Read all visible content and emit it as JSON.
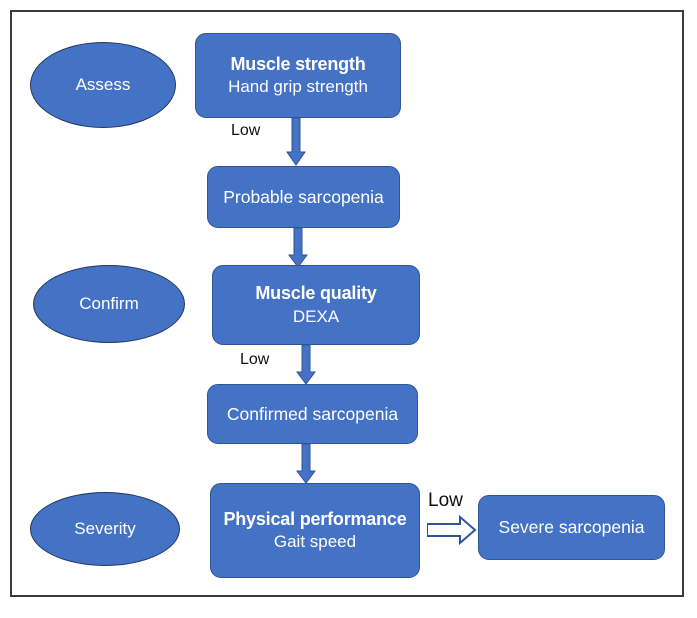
{
  "diagram": {
    "title": "Sarcopenia diagnostic algorithm flowchart",
    "colors": {
      "node_fill": "#4472C4",
      "node_border": "#2F5597",
      "node_text": "#FFFFFF",
      "frame_border": "#3B3B3B",
      "label_text": "#101010",
      "background": "#FFFFFF"
    },
    "stages": [
      {
        "id": "assess",
        "label": "Assess"
      },
      {
        "id": "confirm",
        "label": "Confirm"
      },
      {
        "id": "severity",
        "label": "Severity"
      }
    ],
    "nodes": [
      {
        "id": "muscle-strength",
        "title": "Muscle strength",
        "subtitle": "Hand grip strength"
      },
      {
        "id": "probable-sarcopenia",
        "title": "Probable sarcopenia",
        "subtitle": ""
      },
      {
        "id": "muscle-quality",
        "title": "Muscle quality",
        "subtitle": "DEXA"
      },
      {
        "id": "confirmed-sarcopenia",
        "title": "Confirmed  sarcopenia",
        "subtitle": ""
      },
      {
        "id": "physical-performance",
        "title": "Physical performance",
        "subtitle": "Gait speed"
      },
      {
        "id": "severe-sarcopenia",
        "title": "Severe sarcopenia",
        "subtitle": ""
      }
    ],
    "edges": [
      {
        "id": "strength-to-probable",
        "label": "Low",
        "direction": "down"
      },
      {
        "id": "probable-to-quality",
        "label": "",
        "direction": "down"
      },
      {
        "id": "quality-to-confirmed",
        "label": "Low",
        "direction": "down"
      },
      {
        "id": "confirmed-to-physical",
        "label": "",
        "direction": "down"
      },
      {
        "id": "physical-to-severe",
        "label": "Low",
        "direction": "right"
      }
    ]
  }
}
